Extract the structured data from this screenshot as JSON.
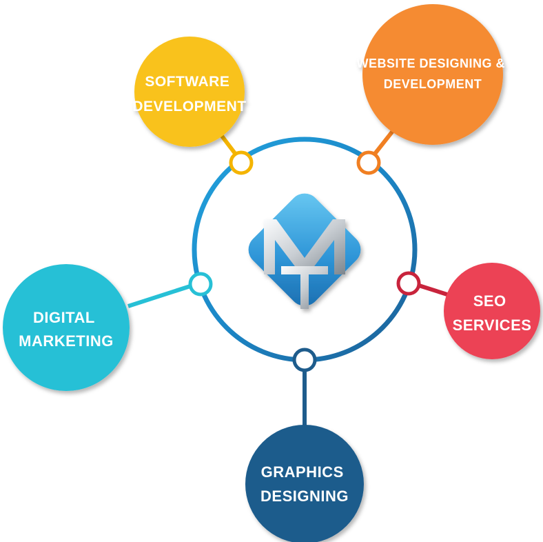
{
  "logo": {
    "text": "MT",
    "colors": {
      "diamond_light": "#5bc1ee",
      "diamond_dark": "#1d74b9",
      "letter_light": "#f2f4f6",
      "letter_dark": "#8a9299"
    }
  },
  "ring": {
    "color_start": "#1b8fd0",
    "color_end": "#1d5f95"
  },
  "services": [
    {
      "id": "software-development",
      "lines": [
        "SOFTWARE",
        "DEVELOPMENT"
      ],
      "color": "#f9c21a",
      "stroke": "#f4b400"
    },
    {
      "id": "website-designing",
      "lines": [
        "WEBSITE DESIGNING &",
        "DEVELOPMENT"
      ],
      "color": "#f58b32",
      "stroke": "#f07f22"
    },
    {
      "id": "seo-services",
      "lines": [
        "SEO",
        "SERVICES"
      ],
      "color": "#ec4254",
      "stroke": "#c8243c"
    },
    {
      "id": "graphics-designing",
      "lines": [
        "GRAPHICS",
        "DESIGNING"
      ],
      "color": "#1e5c8c",
      "stroke": "#1e5c8c"
    },
    {
      "id": "digital-marketing",
      "lines": [
        "DIGITAL",
        "MARKETING"
      ],
      "color": "#27c0d6",
      "stroke": "#27c0d6"
    }
  ]
}
